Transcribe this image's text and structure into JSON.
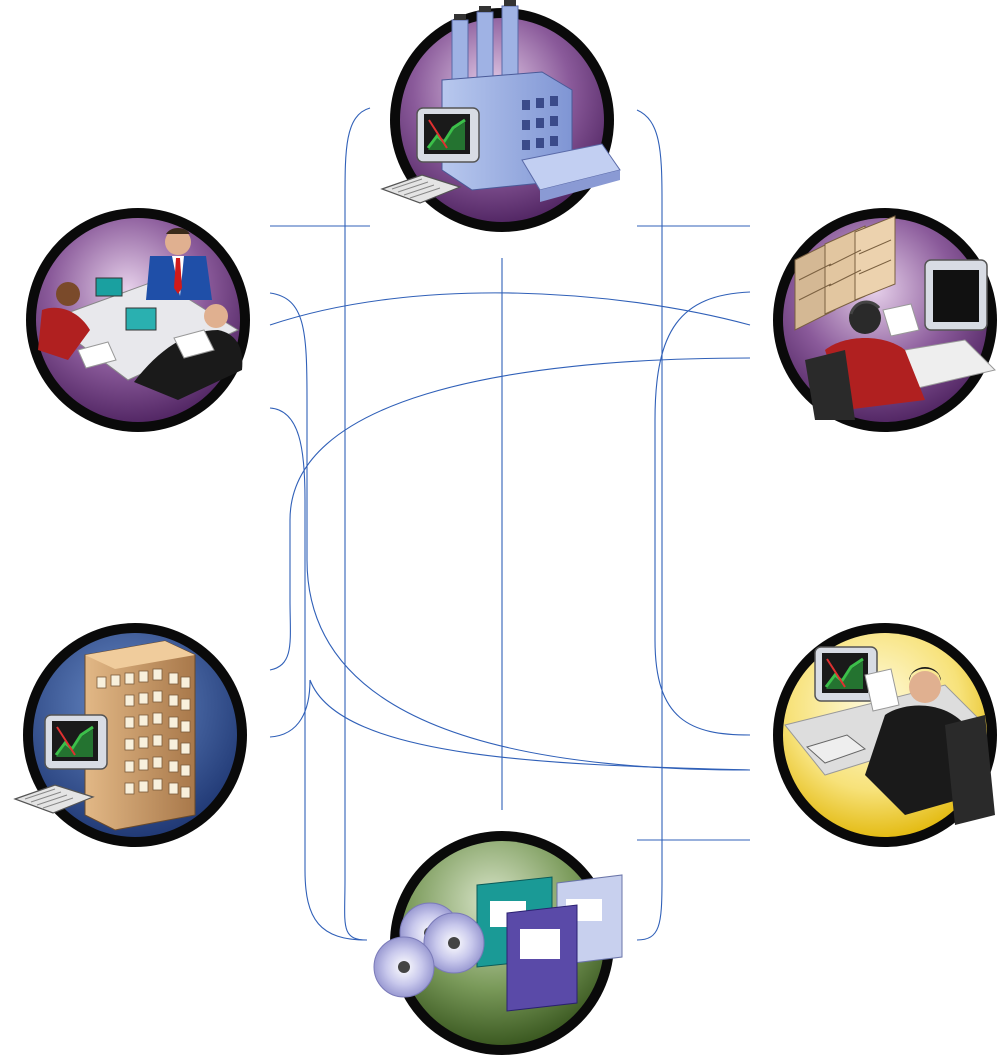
{
  "diagram": {
    "nodes": [
      {
        "id": "factory",
        "icon": "factory-icon"
      },
      {
        "id": "meeting",
        "icon": "business-meeting-icon"
      },
      {
        "id": "support",
        "icon": "call-center-operator-icon"
      },
      {
        "id": "office-building",
        "icon": "office-building-icon"
      },
      {
        "id": "analyst",
        "icon": "analyst-workstation-icon"
      },
      {
        "id": "media-storage",
        "icon": "media-storage-icon"
      }
    ],
    "colors": {
      "connector": "#3060b8",
      "ring": "#0a0a0a",
      "purple_bg": "#6a3a7c",
      "navy_bg": "#2a4a86",
      "yellow_bg": "#f0c400",
      "green_bg": "#5c7a3c"
    }
  }
}
